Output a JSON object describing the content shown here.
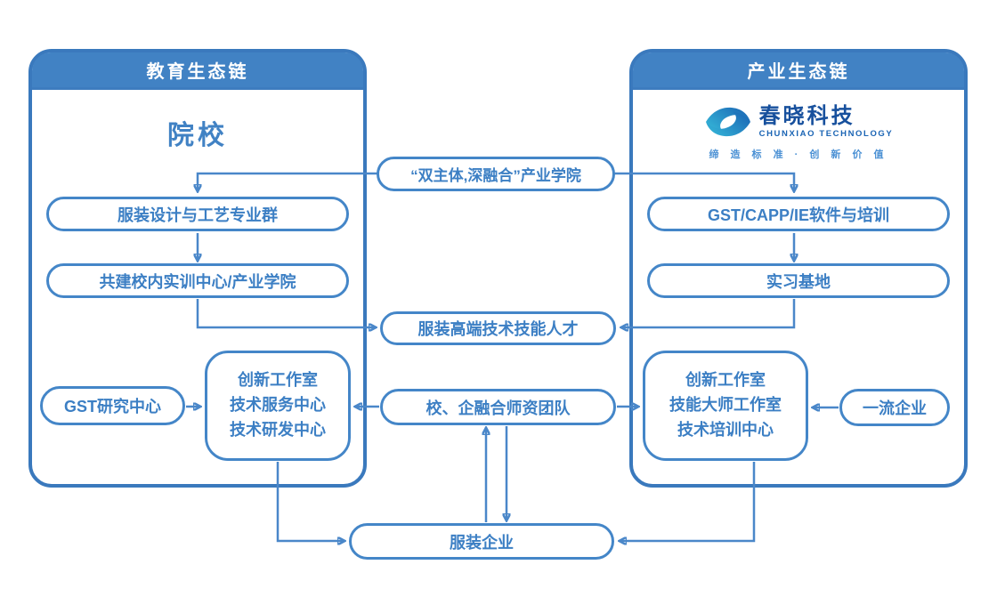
{
  "colors": {
    "primary_blue": "#4182c4",
    "panel_border": "#3a79bd",
    "node_border": "#4486c8",
    "node_text": "#3c7fc4",
    "connector": "#4a87c9",
    "logo_navy": "#17509d",
    "logo_teal": "#35b6d8",
    "tagline_blue": "#4a90d4"
  },
  "left_panel": {
    "title": "教育生态链",
    "heading": "院校",
    "box1": "服装设计与工艺专业群",
    "box2": "共建校内实训中心/产业学院",
    "gst_center": "GST研究中心",
    "center": {
      "l1": "创新工作室",
      "l2": "技术服务中心",
      "l3": "技术研发中心"
    }
  },
  "right_panel": {
    "title": "产业生态链",
    "logo": {
      "name": "春晓科技",
      "subtitle": "CHUNXIAO TECHNOLOGY",
      "tagline": "缔 造 标 准 · 创 新 价 值"
    },
    "box1": "GST/CAPP/IE软件与培训",
    "box2": "实习基地",
    "enterprise": "一流企业",
    "center": {
      "l1": "创新工作室",
      "l2": "技能大师工作室",
      "l3": "技术培训中心"
    }
  },
  "middle": {
    "industry_college": "“双主体,深融合”产业学院",
    "talent": "服装高端技术技能人才",
    "faculty": "校、企融合师资团队",
    "garment": "服装企业"
  },
  "edges": [
    {
      "from": "“双主体,深融合”产业学院",
      "to": "服装设计与工艺专业群"
    },
    {
      "from": "“双主体,深融合”产业学院",
      "to": "GST/CAPP/IE软件与培训"
    },
    {
      "from": "服装设计与工艺专业群",
      "to": "共建校内实训中心/产业学院"
    },
    {
      "from": "GST/CAPP/IE软件与培训",
      "to": "实习基地"
    },
    {
      "from": "共建校内实训中心/产业学院",
      "to": "服装高端技术技能人才"
    },
    {
      "from": "实习基地",
      "to": "服装高端技术技能人才"
    },
    {
      "from": "GST研究中心",
      "to": "创新工作室/技术服务中心/技术研发中心"
    },
    {
      "from": "校、企融合师资团队",
      "to": "创新工作室/技术服务中心/技术研发中心"
    },
    {
      "from": "校、企融合师资团队",
      "to": "创新工作室/技能大师工作室/技术培训中心"
    },
    {
      "from": "一流企业",
      "to": "创新工作室/技能大师工作室/技术培训中心"
    },
    {
      "from": "创新工作室/技术服务中心/技术研发中心",
      "to": "服装企业"
    },
    {
      "from": "创新工作室/技能大师工作室/技术培训中心",
      "to": "服装企业"
    },
    {
      "from": "服装企业",
      "to": "校、企融合师资团队"
    },
    {
      "from": "校、企融合师资团队",
      "to": "服装企业"
    }
  ]
}
